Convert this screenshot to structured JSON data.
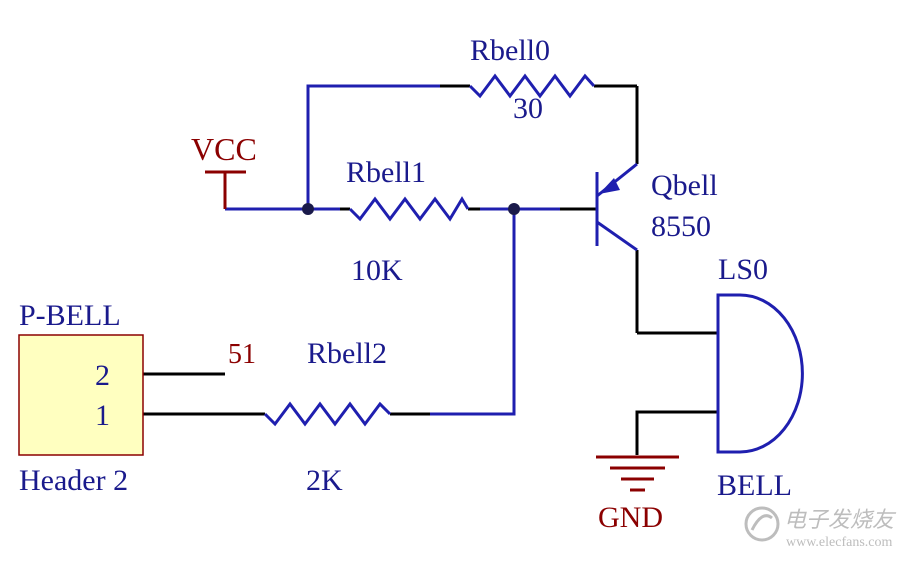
{
  "colors": {
    "wire": "#1f1faf",
    "pin": "#000000",
    "power": "#8b0000",
    "label": "#1a1a8c",
    "header_fill": "#ffffc0",
    "watermark": "#bdbdbd"
  },
  "power": {
    "vcc_label": "VCC",
    "gnd_label": "GND"
  },
  "resistors": {
    "rbell0": {
      "name": "Rbell0",
      "value": "30"
    },
    "rbell1": {
      "name": "Rbell1",
      "value": "10K"
    },
    "rbell2": {
      "name": "Rbell2",
      "value": "2K"
    }
  },
  "transistor": {
    "name": "Qbell",
    "value": "8550"
  },
  "speaker": {
    "name": "LS0",
    "value": "BELL"
  },
  "header": {
    "name": "P-BELL",
    "value": "Header 2",
    "pins": [
      "2",
      "1"
    ],
    "net_label": "51"
  },
  "watermark": {
    "title": "电子发烧友",
    "url": "www.elecfans.com",
    "icon": "watermark-logo-icon"
  }
}
